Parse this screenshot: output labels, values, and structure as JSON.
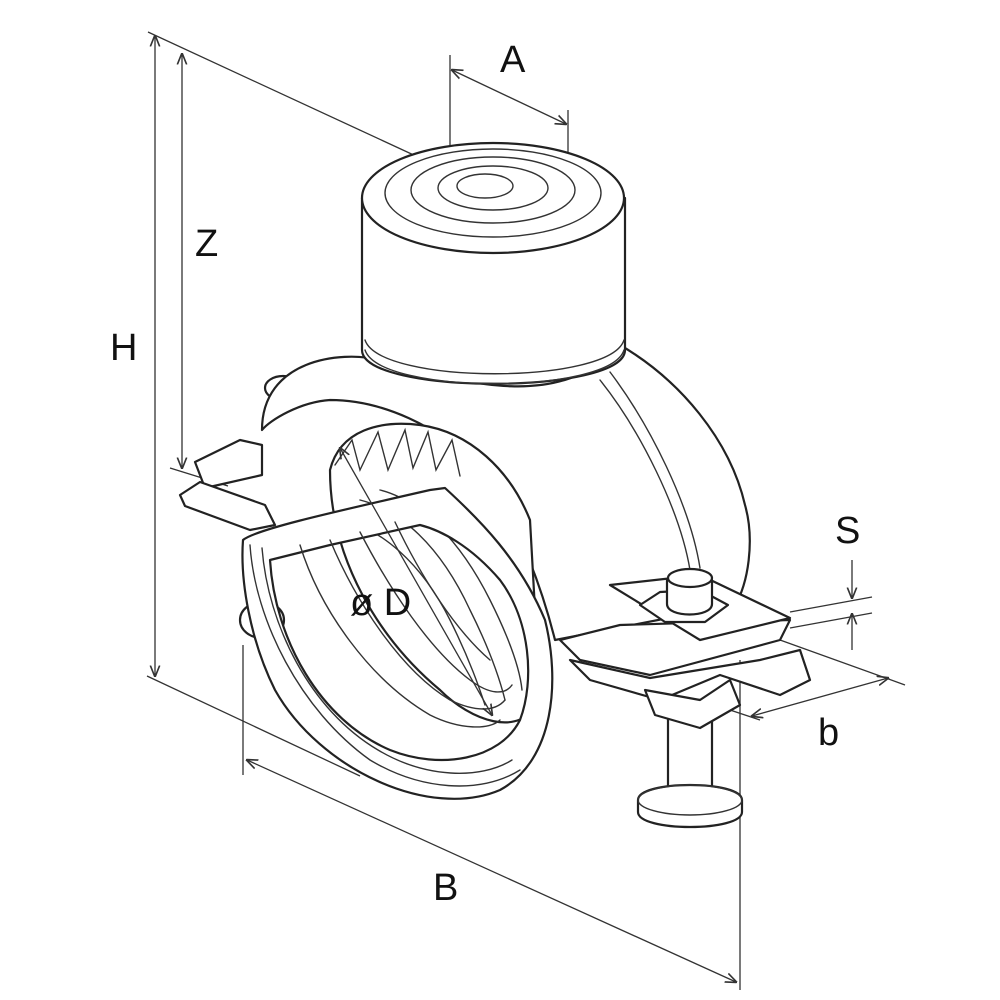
{
  "labels": {
    "A": "A",
    "Z": "Z",
    "H": "H",
    "S": "S",
    "D": "ø D",
    "b": "b",
    "B": "B"
  },
  "colors": {
    "line": "#222222",
    "background": "#ffffff"
  }
}
